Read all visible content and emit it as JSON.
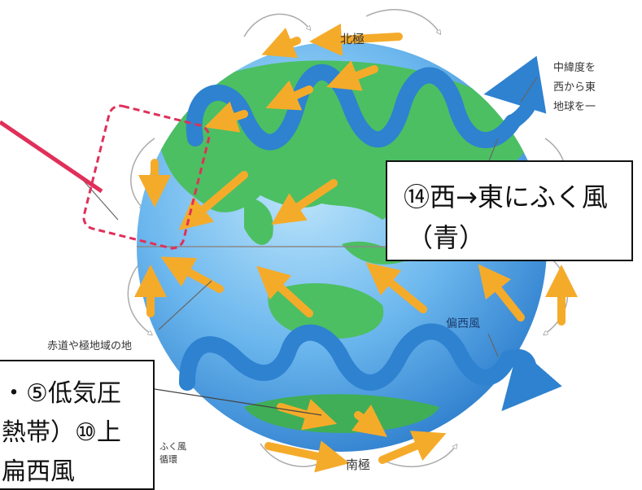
{
  "labels": {
    "north_pole": "北極",
    "south_pole": "南極",
    "westerlies": "偏西風",
    "midlat_note_1": "中緯度を",
    "midlat_note_2": "西から東",
    "midlat_note_3": "地球を一",
    "equator_note": "赤道や極地域の地",
    "wind_note_1": "ふく風",
    "wind_note_2": "循環"
  },
  "callouts": {
    "westerly_line1": "⑭西→東にふく風",
    "westerly_line2": "（青）",
    "pressure_line1": "・⑤低気圧",
    "pressure_line2": "熱帯）⑩上",
    "pressure_line3": "扁西風"
  },
  "colors": {
    "ocean": "#4a9fe0",
    "land": "#4cbf62",
    "jet_stream": "#2e82d0",
    "surface_wind": "#f5ab2a",
    "highlight": "#e0305a"
  }
}
